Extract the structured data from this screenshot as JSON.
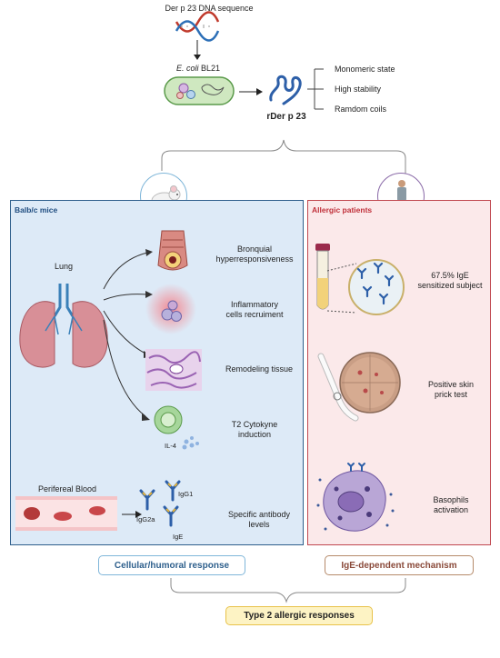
{
  "top": {
    "dna_label": "Der p 23 DNA sequence",
    "ecoli_label_italic": "E. coli",
    "ecoli_label_rest": " BL21",
    "protein_name": "rDer p 23",
    "properties": [
      "Monomeric state",
      "High stability",
      "Ramdom coils"
    ]
  },
  "left_panel": {
    "title": "Balb/c mice",
    "lung_label": "Lung",
    "items": [
      "Bronquial\nhyperresponsiveness",
      "Inflammatory\ncells recruiment",
      "Remodeling tissue",
      "T2 Cytokyne\ninduction",
      "Specific antibody\nlevels"
    ],
    "il4_label": "IL-4",
    "blood_label": "Perifereal Blood",
    "antibody_labels": [
      "IgG1",
      "IgG2a",
      "IgE"
    ]
  },
  "right_panel": {
    "title": "Allergic patients",
    "items": [
      "67.5% IgE\nsensitized subject",
      "Positive skin\nprick test",
      "Basophils\nactivation"
    ]
  },
  "bottom": {
    "left_response": "Cellular/humoral response",
    "right_response": "IgE-dependent mechanism",
    "final": "Type 2 allergic responses"
  },
  "colors": {
    "left_border": "#2e5f8c",
    "left_fill": "#ddeaf7",
    "right_border": "#c0474f",
    "right_fill": "#fbe9ea",
    "final_fill": "#fdf3c4",
    "final_border": "#e8c24a"
  }
}
